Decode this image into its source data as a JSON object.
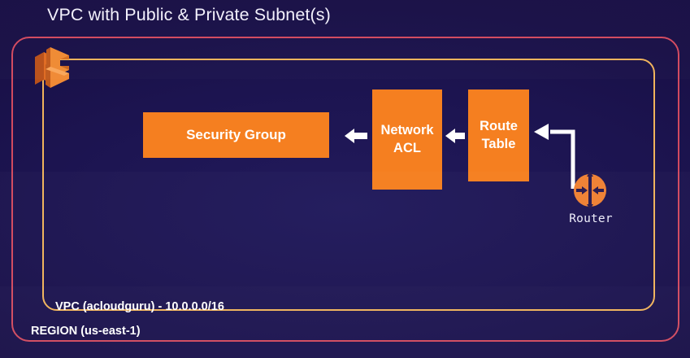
{
  "diagram": {
    "title": "VPC with Public & Private Subnet(s)",
    "background_color": "#191047",
    "accent_color": "#f57f20"
  },
  "boundaries": {
    "region": {
      "label": "REGION (us-east-1)",
      "border_color": "#d24a5f"
    },
    "vpc": {
      "label": "VPC (acloudguru) - 10.0.0.0/16",
      "border_color": "#f0b35b"
    }
  },
  "icons": {
    "vpc_cube": "aws-vpc-cube-icon",
    "router": "router-icon"
  },
  "nodes": [
    {
      "id": "security-group",
      "label": "Security Group",
      "color": "#f57f20"
    },
    {
      "id": "network-acl",
      "label_line1": "Network",
      "label_line2": "ACL",
      "color": "#f57f20"
    },
    {
      "id": "route-table",
      "label_line1": "Route",
      "label_line2": "Table",
      "color": "#f57f20"
    },
    {
      "id": "router",
      "label": "Router",
      "color": "#f57f20"
    }
  ],
  "connectors": [
    {
      "id": "nacl-to-sg",
      "from": "network-acl",
      "to": "security-group",
      "direction": "left",
      "color": "#ffffff"
    },
    {
      "id": "rt-to-nacl",
      "from": "route-table",
      "to": "network-acl",
      "direction": "left",
      "color": "#ffffff"
    },
    {
      "id": "router-to-rt",
      "from": "router",
      "to": "route-table",
      "direction": "left",
      "color": "#ffffff"
    }
  ]
}
